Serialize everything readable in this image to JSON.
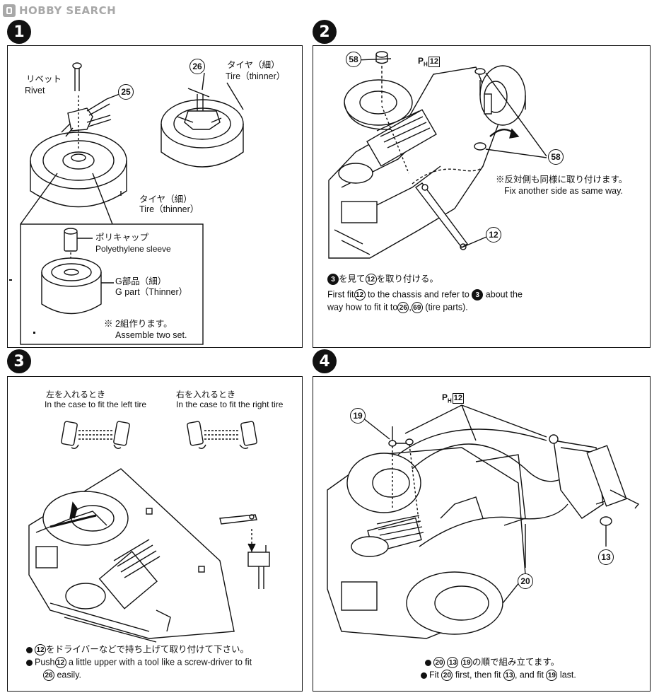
{
  "header": {
    "logo_text": "HOBBY SEARCH"
  },
  "steps": [
    {
      "number": "1",
      "labels": {
        "rivet_jp": "リベット",
        "rivet_en": "Rivet",
        "part_25": "25",
        "part_26": "26",
        "tire_jp_top": "タイヤ（細）",
        "tire_en_top": "Tire（thinner）",
        "tire_jp_bottom": "タイヤ（細）",
        "tire_en_bottom": "Tire（thinner）",
        "cap_jp": "ポリキャップ",
        "cap_en": "Polyethylene sleeve",
        "gpart_jp": "G部品（細）",
        "gpart_en": "G part（Thinner）",
        "note_jp": "※ 2組作ります。",
        "note_en": "Assemble two set."
      }
    },
    {
      "number": "2",
      "labels": {
        "part_58_top": "58",
        "part_58_right": "58",
        "part_12": "12",
        "ph_prefix": "P",
        "ph_sub": "H",
        "ph_box": "12",
        "note_jp": "※反対側も同様に取り付けます。",
        "note_en": "Fix another side as same way.",
        "instr_jp_a": "を見て",
        "instr_jp_b": "を取り付ける。",
        "instr_ref_3": "3",
        "instr_ref_12": "12",
        "instr_en_1a": "First fit",
        "instr_en_1b": "to the chassis and refer to",
        "instr_en_1c": "about the",
        "instr_en_2a": "way how to fit it to",
        "instr_en_2b": ",",
        "instr_en_2c": "(tire parts).",
        "ref_26": "26",
        "ref_69": "69"
      }
    },
    {
      "number": "3",
      "labels": {
        "left_jp": "左を入れるとき",
        "left_en": "In the case to fit the left tire",
        "right_jp": "右を入れるとき",
        "right_en": "In the case to fit the right tire",
        "instr_jp": "をドライバーなどで持ち上げて取り付けて下さい。",
        "instr_en_a": "Push",
        "instr_en_b": "a little upper with a tool like a screw-driver to fit",
        "instr_en_c": "easily.",
        "ref_12": "12",
        "ref_26": "26"
      }
    },
    {
      "number": "4",
      "labels": {
        "part_19": "19",
        "part_13": "13",
        "part_20": "20",
        "ph_prefix": "P",
        "ph_sub": "H",
        "ph_box": "12",
        "instr_jp": "の順で組み立てます。",
        "instr_en_a": "Fit",
        "instr_en_b": "first, then fit",
        "instr_en_c": ", and fit",
        "instr_en_d": "last.",
        "ref_20": "20",
        "ref_13": "13",
        "ref_19": "19"
      }
    }
  ]
}
